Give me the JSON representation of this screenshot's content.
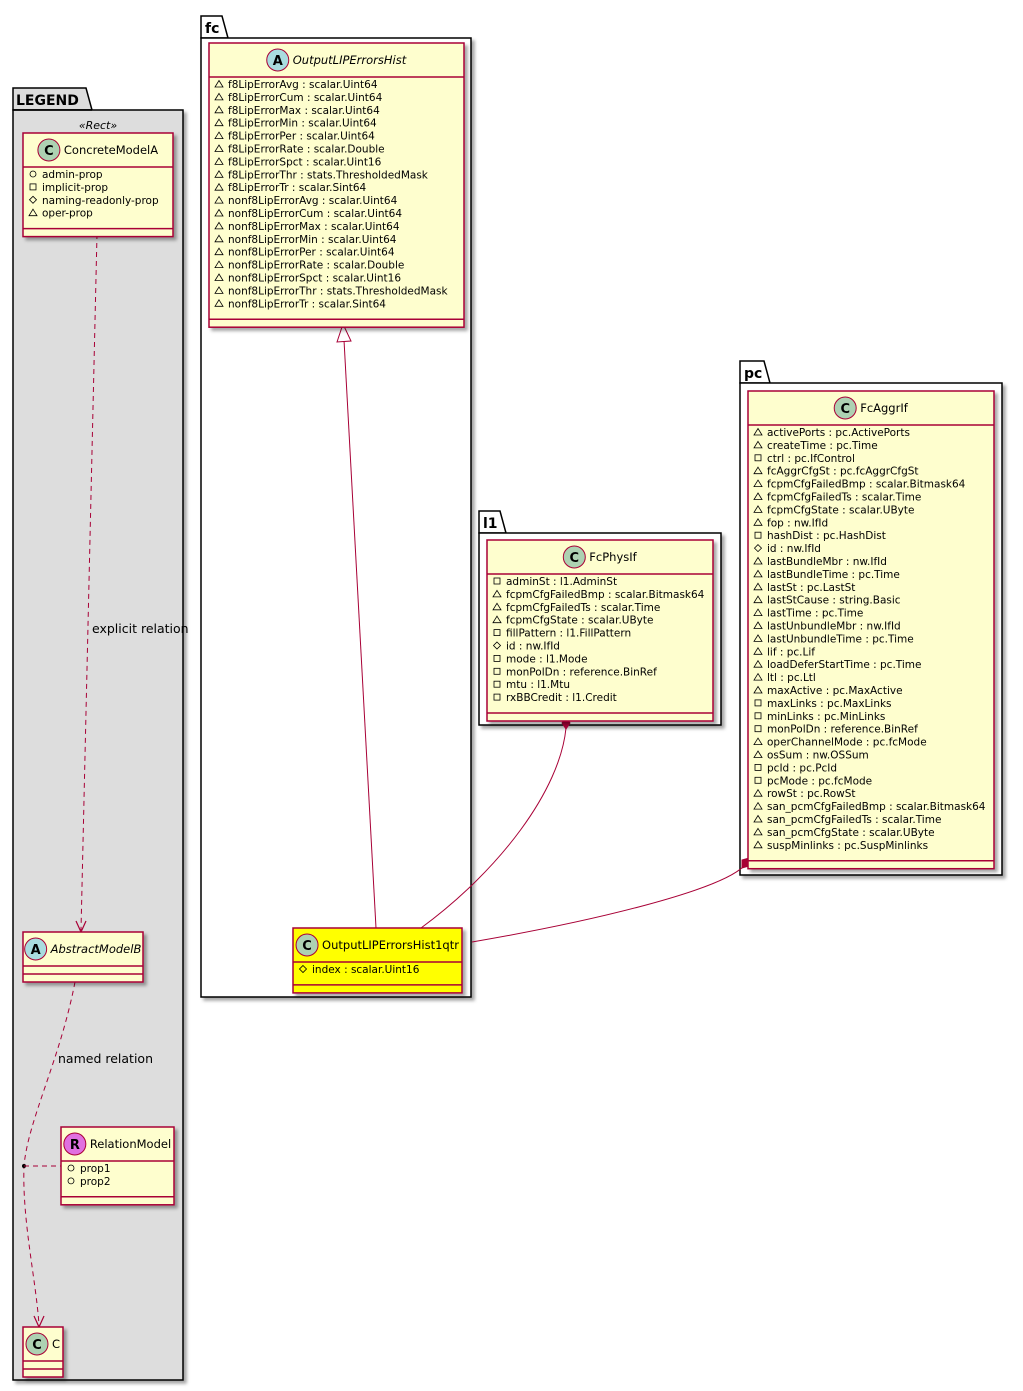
{
  "colors": {
    "class_fill": "#FEFECE",
    "class_border": "#A80036",
    "highlight_fill": "#FFFF00",
    "legend_fill": "#DDDDDD",
    "circle_class": "#ADD1B2",
    "circle_abstract": "#A9DCDF",
    "circle_relation": "#E070E0"
  },
  "legend": {
    "title": "LEGEND",
    "stereotype": "«Rect»",
    "concrete_model": {
      "name": "ConcreteModelA",
      "glyph": "C",
      "attributes": [
        {
          "vis": "○",
          "text": "admin-prop"
        },
        {
          "vis": "□",
          "text": "implicit-prop"
        },
        {
          "vis": "◇",
          "text": "naming-readonly-prop"
        },
        {
          "vis": "△",
          "text": "oper-prop"
        }
      ]
    },
    "abstract_model": {
      "name": "AbstractModelB",
      "glyph": "A"
    },
    "relation_model": {
      "name": "RelationModel",
      "glyph": "R",
      "attributes": [
        {
          "vis": "○",
          "text": "prop1"
        },
        {
          "vis": "○",
          "text": "prop2"
        }
      ]
    },
    "c_model": {
      "name": "C",
      "glyph": "C"
    },
    "explicit_relation_label": "explicit relation",
    "named_relation_label": "named relation"
  },
  "packages": {
    "fc": {
      "title": "fc",
      "hist": {
        "name": "OutputLIPErrorsHist",
        "glyph": "A",
        "attributes": [
          {
            "vis": "△",
            "text": "f8LipErrorAvg : scalar.Uint64"
          },
          {
            "vis": "△",
            "text": "f8LipErrorCum : scalar.Uint64"
          },
          {
            "vis": "△",
            "text": "f8LipErrorMax : scalar.Uint64"
          },
          {
            "vis": "△",
            "text": "f8LipErrorMin : scalar.Uint64"
          },
          {
            "vis": "△",
            "text": "f8LipErrorPer : scalar.Uint64"
          },
          {
            "vis": "△",
            "text": "f8LipErrorRate : scalar.Double"
          },
          {
            "vis": "△",
            "text": "f8LipErrorSpct : scalar.Uint16"
          },
          {
            "vis": "△",
            "text": "f8LipErrorThr : stats.ThresholdedMask"
          },
          {
            "vis": "△",
            "text": "f8LipErrorTr : scalar.Sint64"
          },
          {
            "vis": "△",
            "text": "nonf8LipErrorAvg : scalar.Uint64"
          },
          {
            "vis": "△",
            "text": "nonf8LipErrorCum : scalar.Uint64"
          },
          {
            "vis": "△",
            "text": "nonf8LipErrorMax : scalar.Uint64"
          },
          {
            "vis": "△",
            "text": "nonf8LipErrorMin : scalar.Uint64"
          },
          {
            "vis": "△",
            "text": "nonf8LipErrorPer : scalar.Uint64"
          },
          {
            "vis": "△",
            "text": "nonf8LipErrorRate : scalar.Double"
          },
          {
            "vis": "△",
            "text": "nonf8LipErrorSpct : scalar.Uint16"
          },
          {
            "vis": "△",
            "text": "nonf8LipErrorThr : stats.ThresholdedMask"
          },
          {
            "vis": "△",
            "text": "nonf8LipErrorTr : scalar.Sint64"
          }
        ]
      },
      "qtr": {
        "name": "OutputLIPErrorsHist1qtr",
        "glyph": "C",
        "attributes": [
          {
            "vis": "◇",
            "text": "index : scalar.Uint16"
          }
        ]
      }
    },
    "l1": {
      "title": "l1",
      "phys": {
        "name": "FcPhysIf",
        "glyph": "C",
        "attributes": [
          {
            "vis": "□",
            "text": "adminSt : l1.AdminSt"
          },
          {
            "vis": "△",
            "text": "fcpmCfgFailedBmp : scalar.Bitmask64"
          },
          {
            "vis": "△",
            "text": "fcpmCfgFailedTs : scalar.Time"
          },
          {
            "vis": "△",
            "text": "fcpmCfgState : scalar.UByte"
          },
          {
            "vis": "□",
            "text": "fillPattern : l1.FillPattern"
          },
          {
            "vis": "◇",
            "text": "id : nw.IfId"
          },
          {
            "vis": "□",
            "text": "mode : l1.Mode"
          },
          {
            "vis": "□",
            "text": "monPolDn : reference.BinRef"
          },
          {
            "vis": "□",
            "text": "mtu : l1.Mtu"
          },
          {
            "vis": "□",
            "text": "rxBBCredit : l1.Credit"
          }
        ]
      }
    },
    "pc": {
      "title": "pc",
      "aggr": {
        "name": "FcAggrIf",
        "glyph": "C",
        "attributes": [
          {
            "vis": "△",
            "text": "activePorts : pc.ActivePorts"
          },
          {
            "vis": "△",
            "text": "createTime : pc.Time"
          },
          {
            "vis": "□",
            "text": "ctrl : pc.IfControl"
          },
          {
            "vis": "△",
            "text": "fcAggrCfgSt : pc.fcAggrCfgSt"
          },
          {
            "vis": "△",
            "text": "fcpmCfgFailedBmp : scalar.Bitmask64"
          },
          {
            "vis": "△",
            "text": "fcpmCfgFailedTs : scalar.Time"
          },
          {
            "vis": "△",
            "text": "fcpmCfgState : scalar.UByte"
          },
          {
            "vis": "△",
            "text": "fop : nw.IfId"
          },
          {
            "vis": "□",
            "text": "hashDist : pc.HashDist"
          },
          {
            "vis": "◇",
            "text": "id : nw.IfId"
          },
          {
            "vis": "△",
            "text": "lastBundleMbr : nw.IfId"
          },
          {
            "vis": "△",
            "text": "lastBundleTime : pc.Time"
          },
          {
            "vis": "△",
            "text": "lastSt : pc.LastSt"
          },
          {
            "vis": "△",
            "text": "lastStCause : string.Basic"
          },
          {
            "vis": "△",
            "text": "lastTime : pc.Time"
          },
          {
            "vis": "△",
            "text": "lastUnbundleMbr : nw.IfId"
          },
          {
            "vis": "△",
            "text": "lastUnbundleTime : pc.Time"
          },
          {
            "vis": "△",
            "text": "lif : pc.Lif"
          },
          {
            "vis": "△",
            "text": "loadDeferStartTime : pc.Time"
          },
          {
            "vis": "△",
            "text": "ltl : pc.Ltl"
          },
          {
            "vis": "△",
            "text": "maxActive : pc.MaxActive"
          },
          {
            "vis": "□",
            "text": "maxLinks : pc.MaxLinks"
          },
          {
            "vis": "□",
            "text": "minLinks : pc.MinLinks"
          },
          {
            "vis": "□",
            "text": "monPolDn : reference.BinRef"
          },
          {
            "vis": "△",
            "text": "operChannelMode : pc.fcMode"
          },
          {
            "vis": "△",
            "text": "osSum : nw.OSSum"
          },
          {
            "vis": "□",
            "text": "pcId : pc.PcId"
          },
          {
            "vis": "□",
            "text": "pcMode : pc.fcMode"
          },
          {
            "vis": "△",
            "text": "rowSt : pc.RowSt"
          },
          {
            "vis": "△",
            "text": "san_pcmCfgFailedBmp : scalar.Bitmask64"
          },
          {
            "vis": "△",
            "text": "san_pcmCfgFailedTs : scalar.Time"
          },
          {
            "vis": "△",
            "text": "san_pcmCfgState : scalar.UByte"
          },
          {
            "vis": "△",
            "text": "suspMinlinks : pc.SuspMinlinks"
          }
        ]
      }
    }
  }
}
